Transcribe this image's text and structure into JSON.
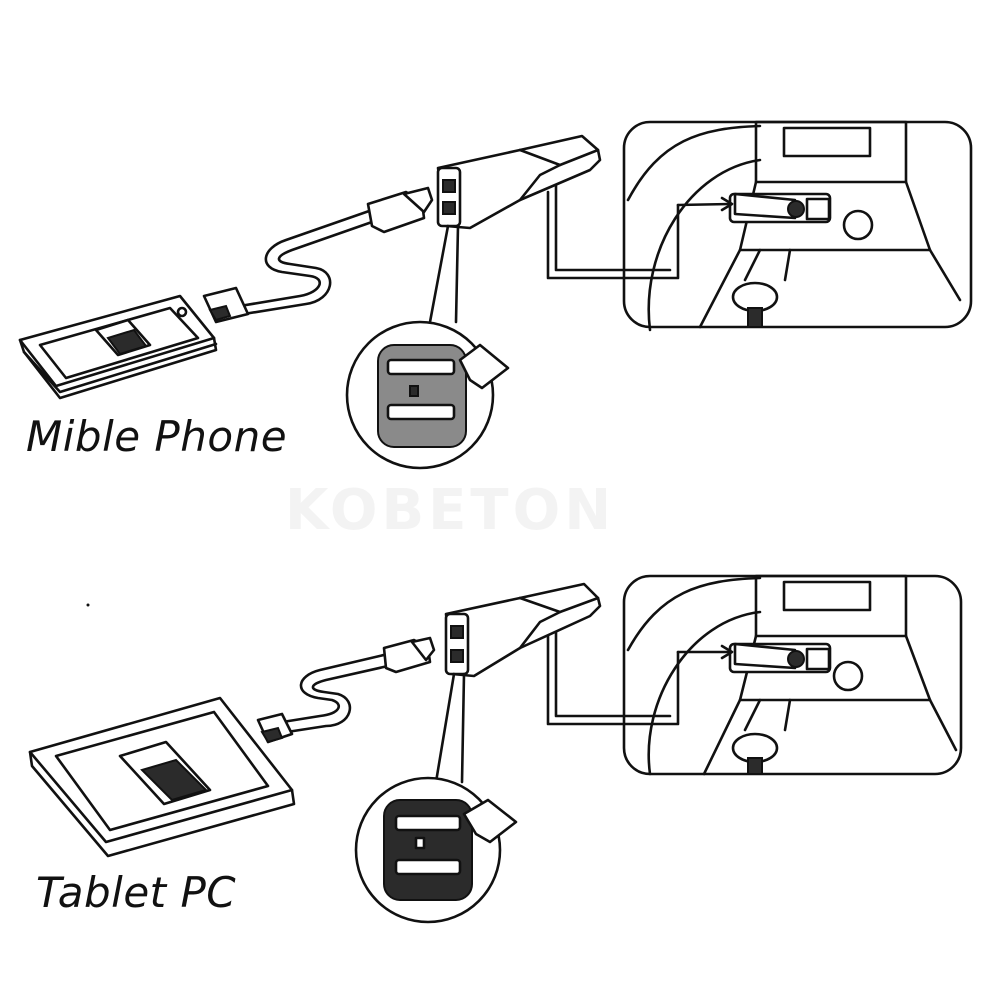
{
  "watermark": "KOBETON",
  "panels": [
    {
      "caption": "Mible Phone",
      "device": "mobile-phone"
    },
    {
      "caption": "Tablet PC",
      "device": "tablet-pc"
    }
  ],
  "colors": {
    "ink": "#111111",
    "paper": "#ffffff",
    "screen_dark": "#2b2b2b"
  }
}
